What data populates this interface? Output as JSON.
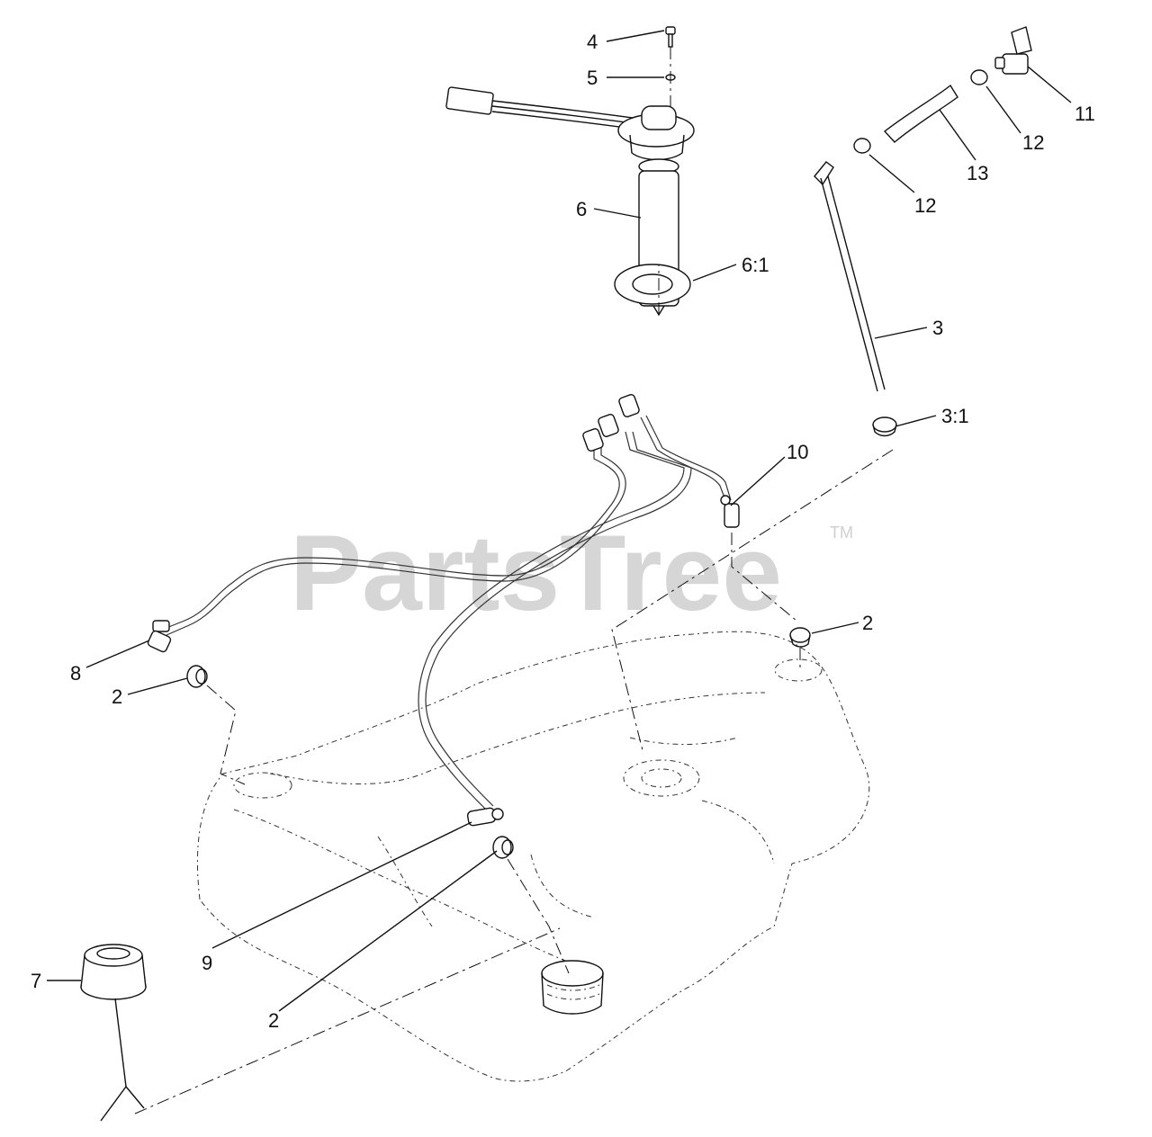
{
  "watermark": {
    "brand": "PartsTree",
    "trademark": "TM"
  },
  "callouts": {
    "c4": "4",
    "c5": "5",
    "c6": "6",
    "c6_1": "6:1",
    "c3": "3",
    "c3_1": "3:1",
    "c10": "10",
    "c2_right": "2",
    "c8": "8",
    "c2_left": "2",
    "c9": "9",
    "c2_bottom": "2",
    "c7": "7",
    "c11": "11",
    "c12_right": "12",
    "c12_left": "12",
    "c13": "13"
  },
  "parts": {
    "fuel_tank": "fuel-tank",
    "sender": "fuel-level-sender",
    "gasket": "sender-gasket",
    "cap": "fuel-cap",
    "valve": "shutoff-valve",
    "hose": "fuel-hose",
    "vent_tube": "vent-tube",
    "fuel_lines": "fuel-line-assembly"
  }
}
